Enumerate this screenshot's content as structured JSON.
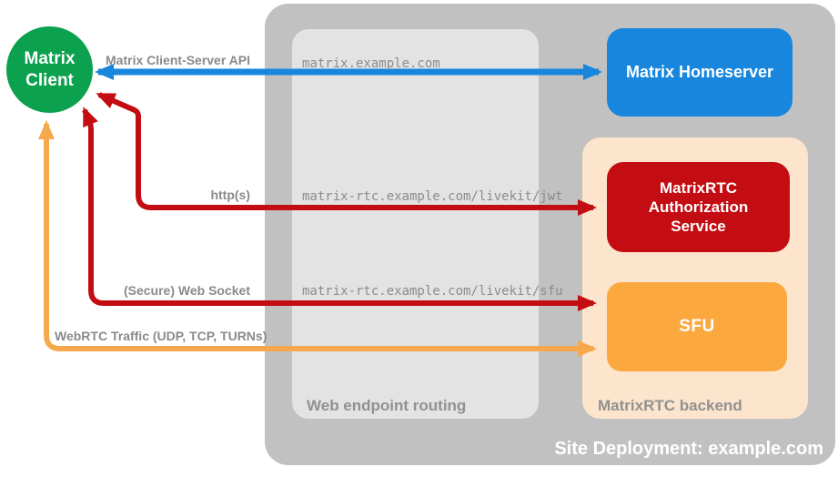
{
  "diagram": {
    "title": "Site Deployment: example.com",
    "client": {
      "line1": "Matrix",
      "line2": "Client",
      "color": "#0BA14E"
    },
    "deployment": {
      "label": "Site Deployment: example.com",
      "bg": "#C1C1C1"
    },
    "routing": {
      "label": "Web endpoint routing",
      "bg": "#E3E3E3",
      "endpoints": [
        "matrix.example.com",
        "matrix-rtc.example.com/livekit/jwt",
        "matrix-rtc.example.com/livekit/sfu"
      ]
    },
    "backend": {
      "label": "MatrixRTC backend",
      "bg": "#FCE5CC"
    },
    "nodes": {
      "homeserver": {
        "label": "Matrix Homeserver",
        "color": "#1786DC"
      },
      "auth": {
        "label": "MatrixRTC Authorization Service",
        "color": "#C40D12"
      },
      "sfu": {
        "label": "SFU",
        "color": "#FBA83F"
      }
    },
    "connections": [
      {
        "id": "client-server-api",
        "label": "Matrix Client-Server API",
        "color": "#1786DC",
        "endpoint": "matrix.example.com",
        "from": "Matrix Client",
        "to": "Matrix Homeserver",
        "bidirectional": true
      },
      {
        "id": "https",
        "label": "http(s)",
        "color": "#C40D12",
        "endpoint": "matrix-rtc.example.com/livekit/jwt",
        "from": "Matrix Client",
        "to": "MatrixRTC Authorization Service",
        "bidirectional": true
      },
      {
        "id": "websocket",
        "label": "(Secure) Web Socket",
        "color": "#C40D12",
        "endpoint": "matrix-rtc.example.com/livekit/sfu",
        "from": "Matrix Client",
        "to": "SFU",
        "bidirectional": true
      },
      {
        "id": "webrtc",
        "label": "WebRTC Traffic (UDP, TCP, TURNs)",
        "color": "#F6A94C",
        "from": "Matrix Client",
        "to": "SFU",
        "bidirectional": true
      }
    ]
  }
}
